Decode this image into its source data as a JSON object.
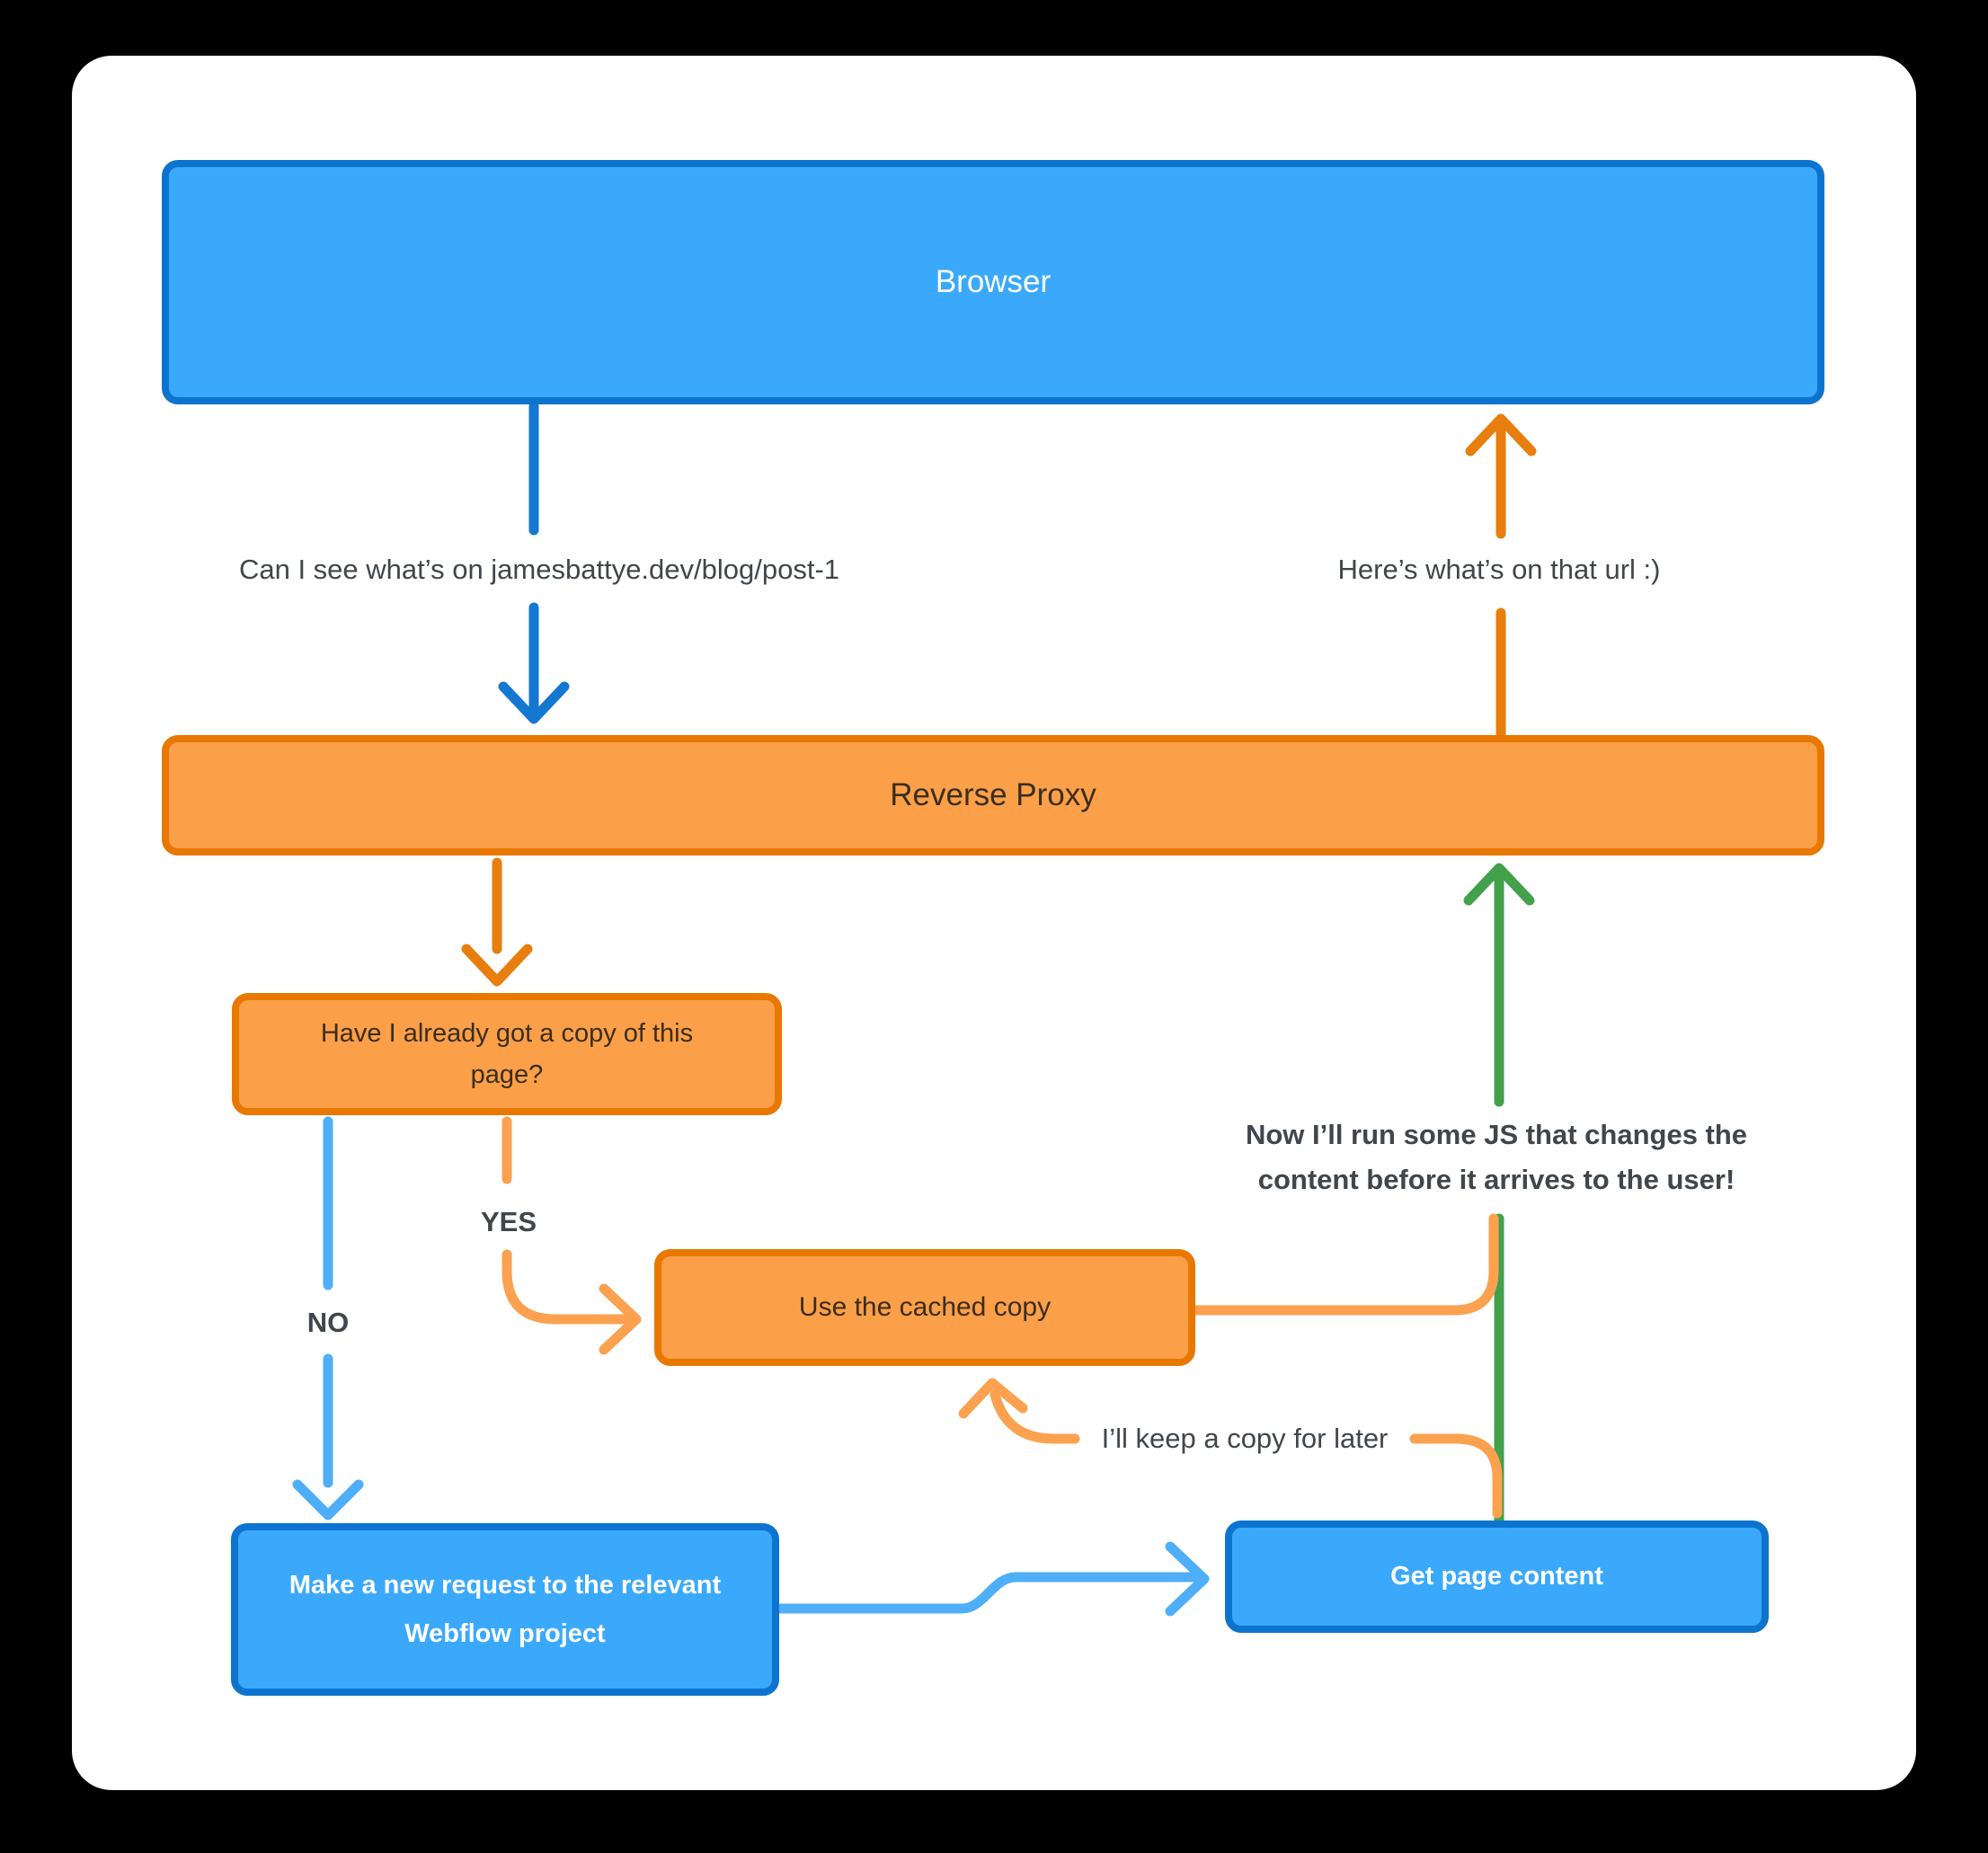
{
  "colors": {
    "background": "#000000",
    "card": "#ffffff",
    "blue_fill": "#3BA9FB",
    "blue_border": "#0C74CF",
    "blue_arrow": "#1478D2",
    "light_blue_arrow": "#4FAEF8",
    "orange_fill": "#FB9F49",
    "orange_border": "#E87800",
    "orange_arrow": "#E87E0D",
    "light_orange_arrow": "#FBA14F",
    "green_arrow": "#43A04B",
    "label_text": "#40464B",
    "orange_box_text": "#3B2E1A",
    "blue_box_text": "#FFFFFF"
  },
  "nodes": {
    "browser": {
      "label": "Browser"
    },
    "reverse_proxy": {
      "label": "Reverse Proxy"
    },
    "have_copy": {
      "label": "Have I already got a copy of this page?"
    },
    "use_cached": {
      "label": "Use the cached copy"
    },
    "new_request": {
      "label": "Make a new request to the relevant Webflow project"
    },
    "get_content": {
      "label": "Get page content"
    }
  },
  "annotations": {
    "request": "Can I see what’s on jamesbattye.dev/blog/post-1",
    "response": "Here’s what’s on that url :)",
    "yes": "YES",
    "no": "NO",
    "js_note_line1": "Now I’ll run some JS that changes the",
    "js_note_line2": "content before it arrives to the user!",
    "keep_copy": "I’ll keep a copy for later"
  }
}
